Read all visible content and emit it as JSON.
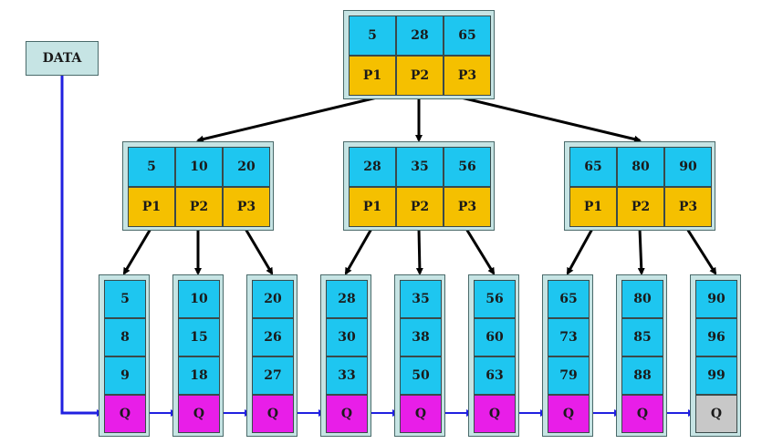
{
  "data_label": "DATA",
  "colors": {
    "key": "#1ec6f0",
    "pointer": "#f5c000",
    "leaf_link": "#e81ee8",
    "leaf_link_last": "#c8c8c8",
    "edge": "#000000",
    "data_path": "#2020e0"
  },
  "root": {
    "keys": [
      "5",
      "28",
      "65"
    ],
    "pointers": [
      "P1",
      "P2",
      "P3"
    ]
  },
  "internal": [
    {
      "keys": [
        "5",
        "10",
        "20"
      ],
      "pointers": [
        "P1",
        "P2",
        "P3"
      ]
    },
    {
      "keys": [
        "28",
        "35",
        "56"
      ],
      "pointers": [
        "P1",
        "P2",
        "P3"
      ]
    },
    {
      "keys": [
        "65",
        "80",
        "90"
      ],
      "pointers": [
        "P1",
        "P2",
        "P3"
      ]
    }
  ],
  "leaves": [
    {
      "keys": [
        "5",
        "8",
        "9"
      ],
      "link": "Q"
    },
    {
      "keys": [
        "10",
        "15",
        "18"
      ],
      "link": "Q"
    },
    {
      "keys": [
        "20",
        "26",
        "27"
      ],
      "link": "Q"
    },
    {
      "keys": [
        "28",
        "30",
        "33"
      ],
      "link": "Q"
    },
    {
      "keys": [
        "35",
        "38",
        "50"
      ],
      "link": "Q"
    },
    {
      "keys": [
        "56",
        "60",
        "63"
      ],
      "link": "Q"
    },
    {
      "keys": [
        "65",
        "73",
        "79"
      ],
      "link": "Q"
    },
    {
      "keys": [
        "80",
        "85",
        "88"
      ],
      "link": "Q"
    },
    {
      "keys": [
        "90",
        "96",
        "99"
      ],
      "link": "Q"
    }
  ]
}
